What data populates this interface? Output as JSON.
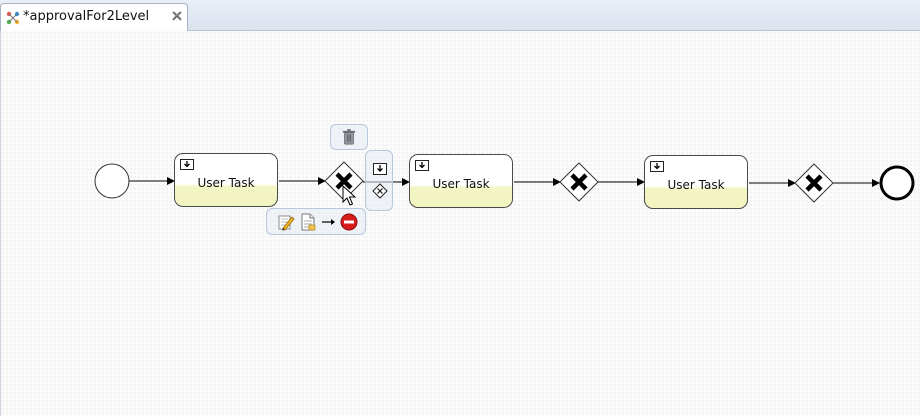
{
  "tab": {
    "title": "*approvalFor2Level",
    "icon": "bpmn-diagram-icon",
    "close_icon": "close-icon"
  },
  "diagram": {
    "tasks": [
      {
        "label": "User Task"
      },
      {
        "label": "User Task"
      },
      {
        "label": "User Task"
      }
    ],
    "gateways": [
      "exclusive-gateway",
      "exclusive-gateway",
      "exclusive-gateway"
    ],
    "events": [
      "start-event",
      "end-event"
    ]
  },
  "context_pad": {
    "top_icons": [
      "trash-icon"
    ],
    "side_icons": [
      "append-task-icon",
      "append-gateway-icon"
    ],
    "bottom_icons": [
      "edit-icon",
      "document-icon",
      "arrow-right-icon",
      "stop-icon"
    ]
  },
  "colors": {
    "task_fill_bottom": "#f1f3c0",
    "stroke": "#000000",
    "stop_red": "#d81b1b",
    "tab_border": "#a8b4c6"
  }
}
